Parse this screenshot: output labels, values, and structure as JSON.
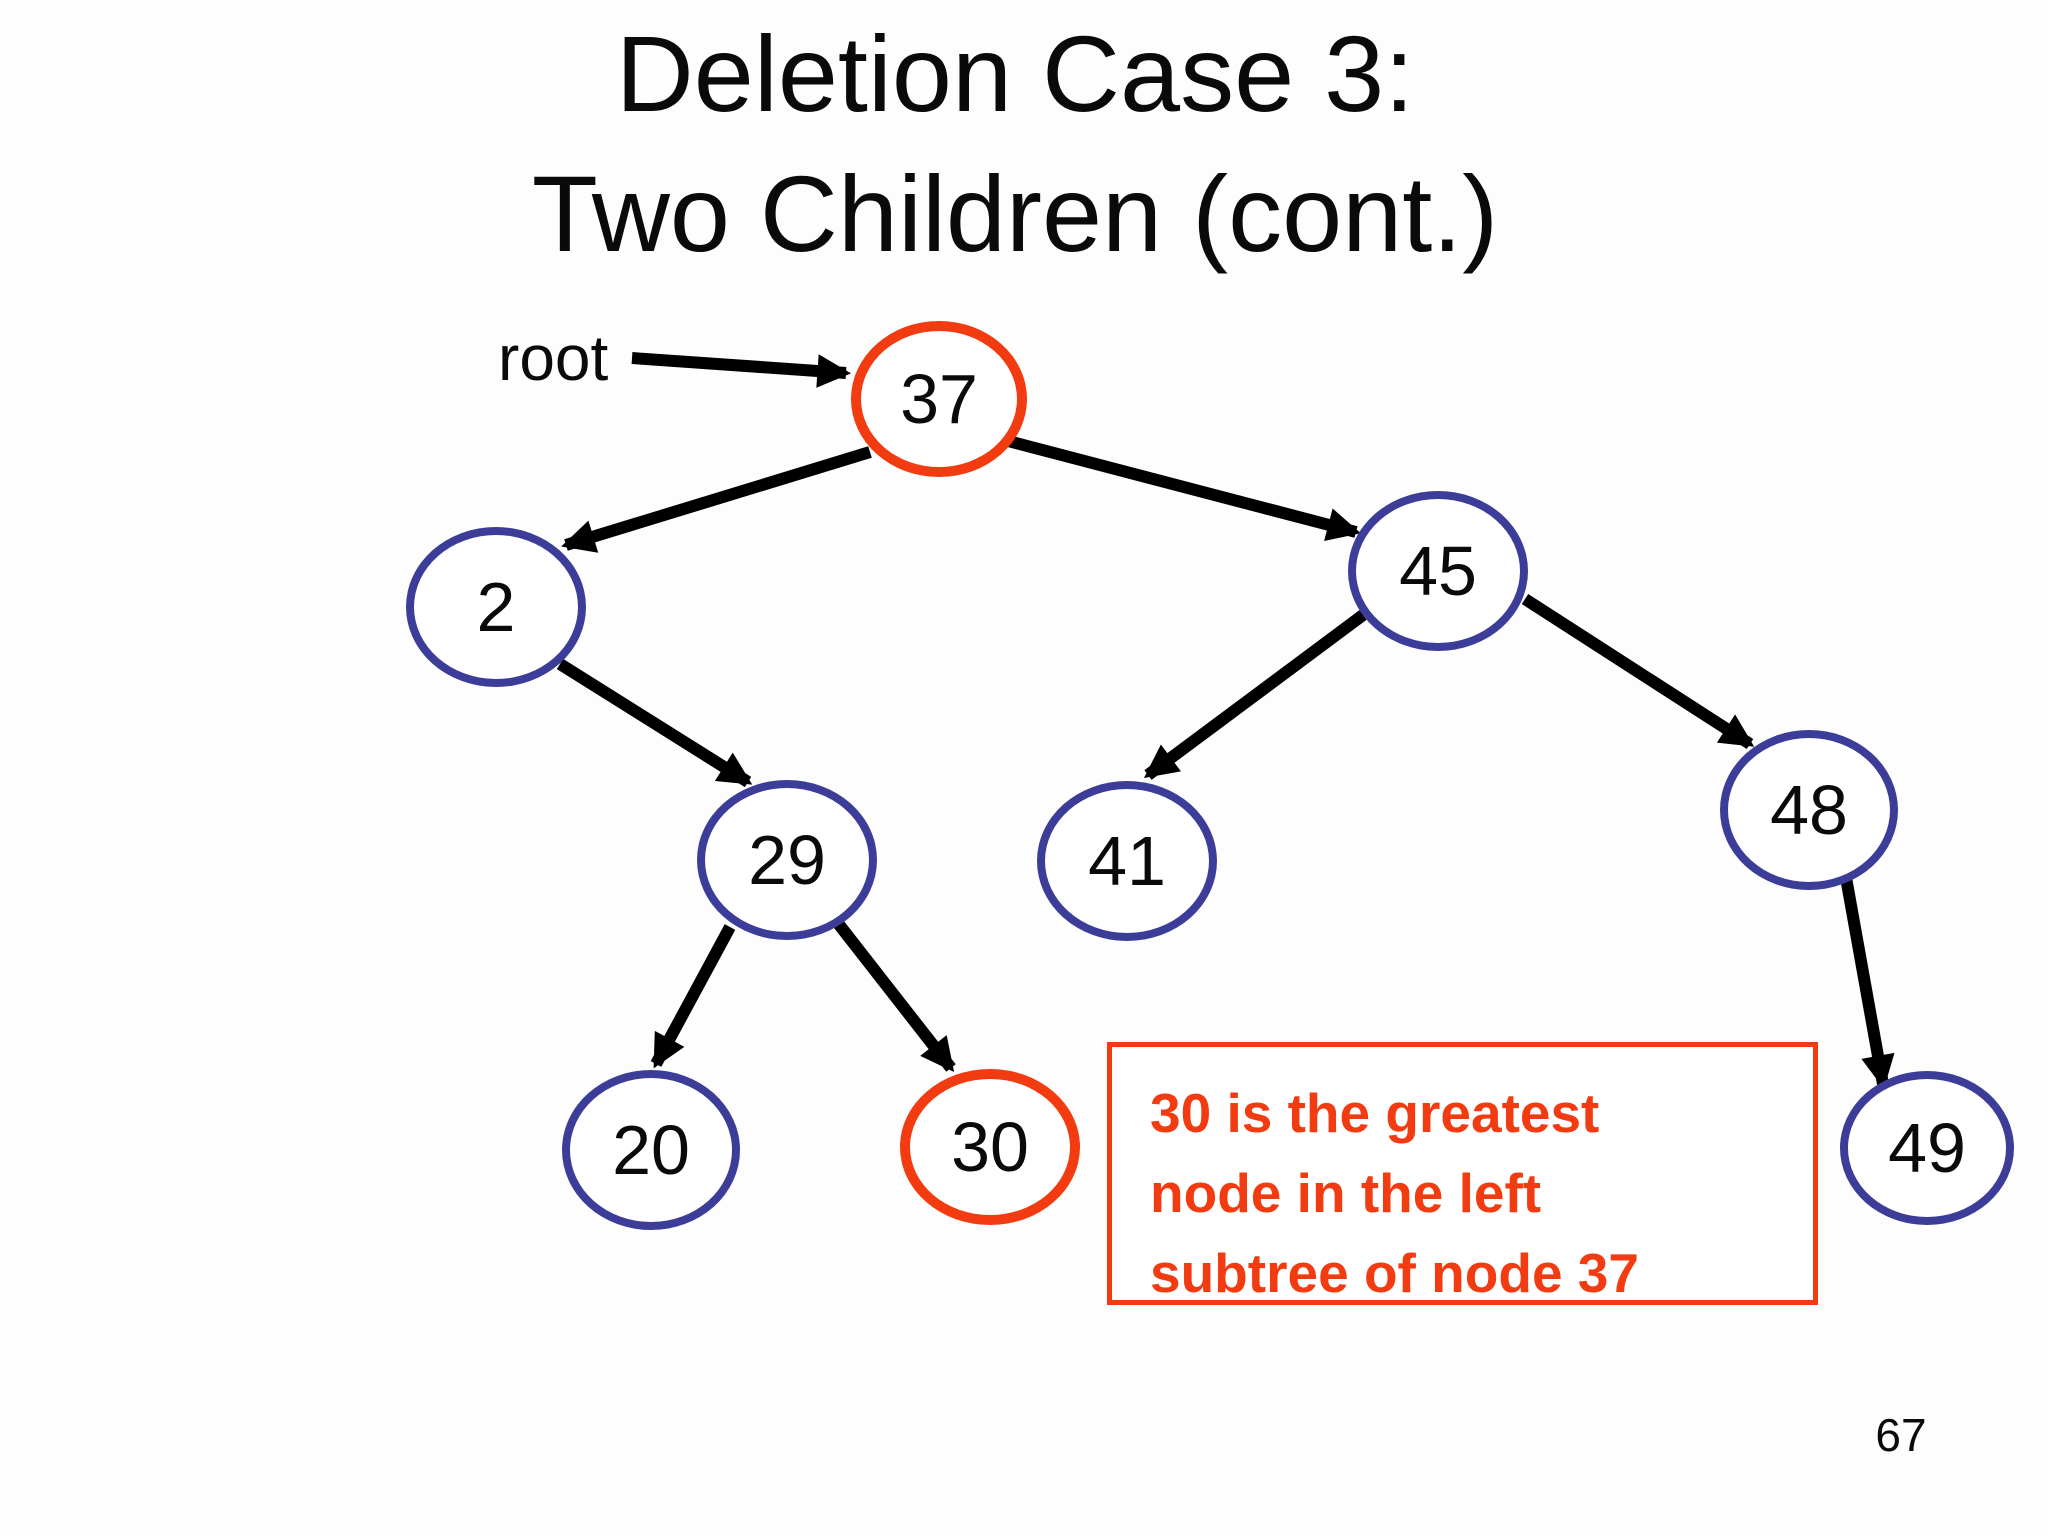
{
  "slide": {
    "title_line1": "Deletion Case 3:",
    "title_line2": "Two Children (cont.)",
    "root_label": "root",
    "page_number": "67"
  },
  "colors": {
    "highlight": "#F23B10",
    "node_stroke": "#3C3C99",
    "edge": "#000000",
    "background": "#FDFDFD"
  },
  "tree": {
    "nodes": [
      {
        "value": "37",
        "highlighted": true
      },
      {
        "value": "2",
        "highlighted": false
      },
      {
        "value": "45",
        "highlighted": false
      },
      {
        "value": "29",
        "highlighted": false
      },
      {
        "value": "41",
        "highlighted": false
      },
      {
        "value": "48",
        "highlighted": false
      },
      {
        "value": "20",
        "highlighted": false
      },
      {
        "value": "30",
        "highlighted": true
      },
      {
        "value": "49",
        "highlighted": false
      }
    ],
    "edges": [
      {
        "from": "37",
        "to": "2"
      },
      {
        "from": "37",
        "to": "45"
      },
      {
        "from": "2",
        "to": "29"
      },
      {
        "from": "29",
        "to": "20"
      },
      {
        "from": "29",
        "to": "30"
      },
      {
        "from": "45",
        "to": "41"
      },
      {
        "from": "45",
        "to": "48"
      },
      {
        "from": "48",
        "to": "49"
      }
    ]
  },
  "callout": {
    "text": "30 is the greatest node in the left subtree of node 37"
  }
}
